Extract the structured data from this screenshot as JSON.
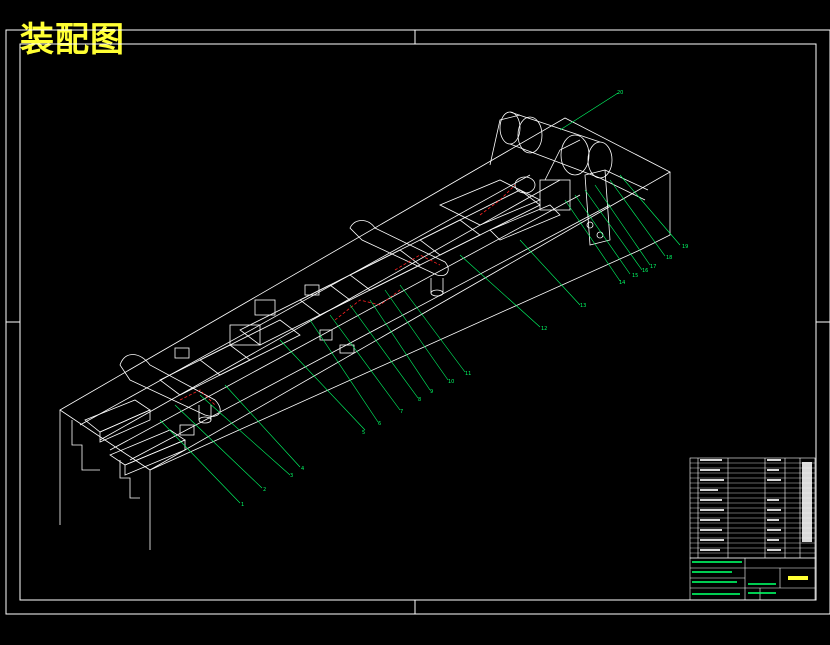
{
  "drawing": {
    "title": "装配图",
    "colors": {
      "background": "#000000",
      "outline": "#ffffff",
      "leader": "#00ff66",
      "title": "#ffff33",
      "hidden": "#ff2222"
    },
    "callouts": [
      "1",
      "2",
      "3",
      "4",
      "5",
      "6",
      "7",
      "8",
      "9",
      "10",
      "11",
      "12",
      "13",
      "14",
      "15",
      "16",
      "17",
      "18",
      "19",
      "20"
    ]
  }
}
